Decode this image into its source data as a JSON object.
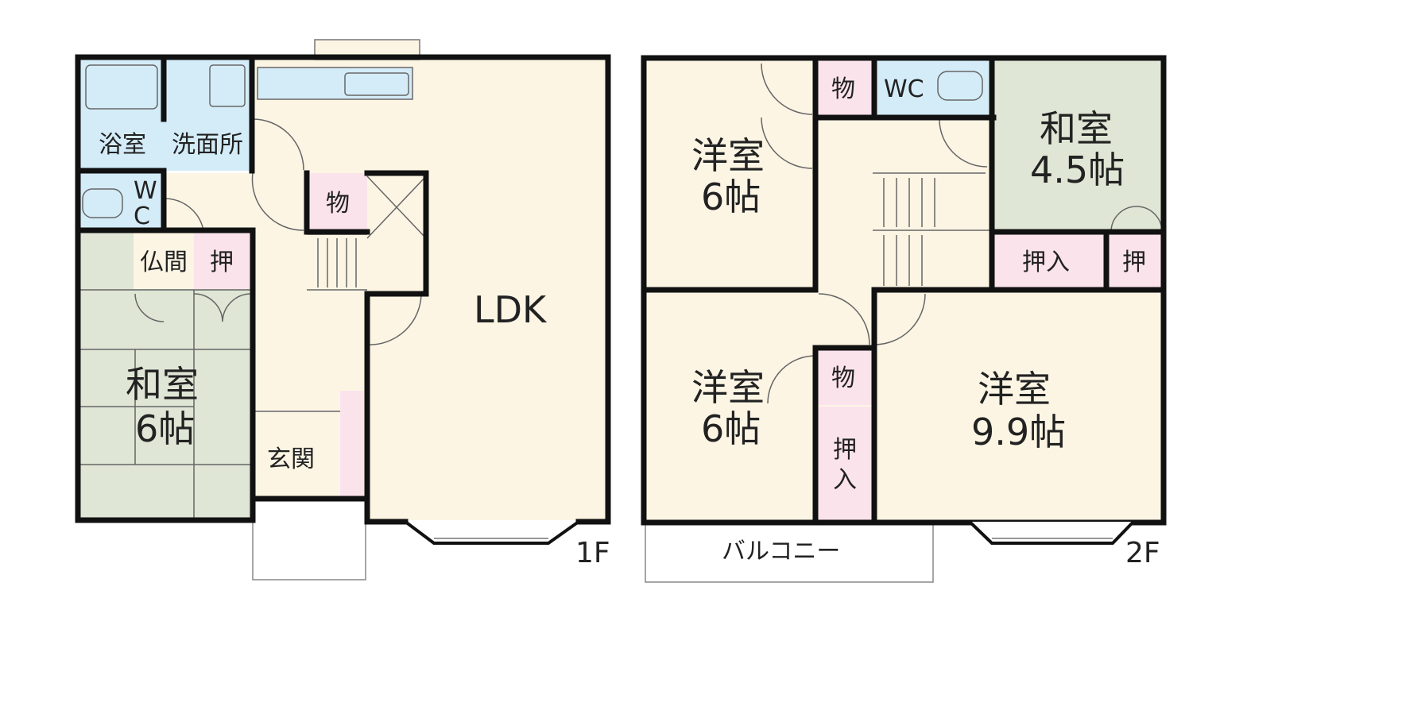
{
  "floor1": {
    "floor_label": "1F",
    "rooms": {
      "bath": "浴室",
      "washroom": "洗面所",
      "wc_top": "W",
      "wc_bottom": "C",
      "butsuma": "仏間",
      "oshiire": "押",
      "storage": "物",
      "washitsu_name": "和室",
      "washitsu_size": "6帖",
      "genkan": "玄関",
      "ldk": "LDK"
    }
  },
  "floor2": {
    "floor_label": "2F",
    "rooms": {
      "storage_top": "物",
      "wc": "WC",
      "washitsu_name": "和室",
      "washitsu_size": "4.5帖",
      "youshitsu_nw_name": "洋室",
      "youshitsu_nw_size": "6帖",
      "oshiire_wide": "押入",
      "oshiire_small": "押",
      "youshitsu_sw_name": "洋室",
      "youshitsu_sw_size": "6帖",
      "storage_mid": "物",
      "oshiire_v_top": "押",
      "oshiire_v_bottom": "入",
      "youshitsu_se_name": "洋室",
      "youshitsu_se_size": "9.9帖",
      "balcony": "バルコニー"
    }
  },
  "colors": {
    "wall": "#111111",
    "floor_wood": "#fcf5e4",
    "wet_area": "#d4ecf8",
    "tatami": "#dfe6d5",
    "closet": "#fbe3ec",
    "outline": "#888888"
  }
}
